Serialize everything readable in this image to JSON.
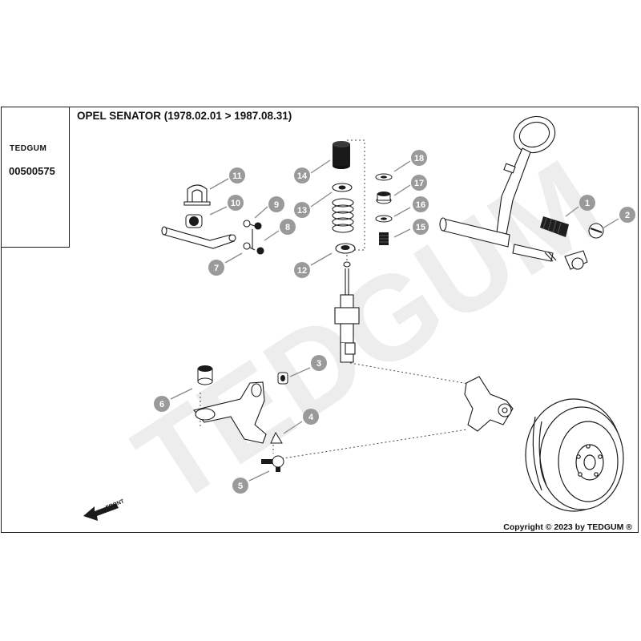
{
  "brand": {
    "name": "TEDGUM",
    "registered_mark": "®"
  },
  "part_number": "00500575",
  "title": "OPEL SENATOR (1978.02.01 > 1987.08.31)",
  "copyright": "Copyright © 2023 by TEDGUM ®",
  "watermark": "TEDGUM",
  "front_label": "FRONT",
  "callouts": [
    "1",
    "2",
    "3",
    "4",
    "5",
    "6",
    "7",
    "8",
    "9",
    "10",
    "11",
    "12",
    "13",
    "14",
    "15",
    "16",
    "17",
    "18"
  ],
  "colors": {
    "callout_fill": "#9a9a9a",
    "line": "#1a1a1a",
    "watermark": "#ececec",
    "part_dark": "#1f1f1f"
  }
}
